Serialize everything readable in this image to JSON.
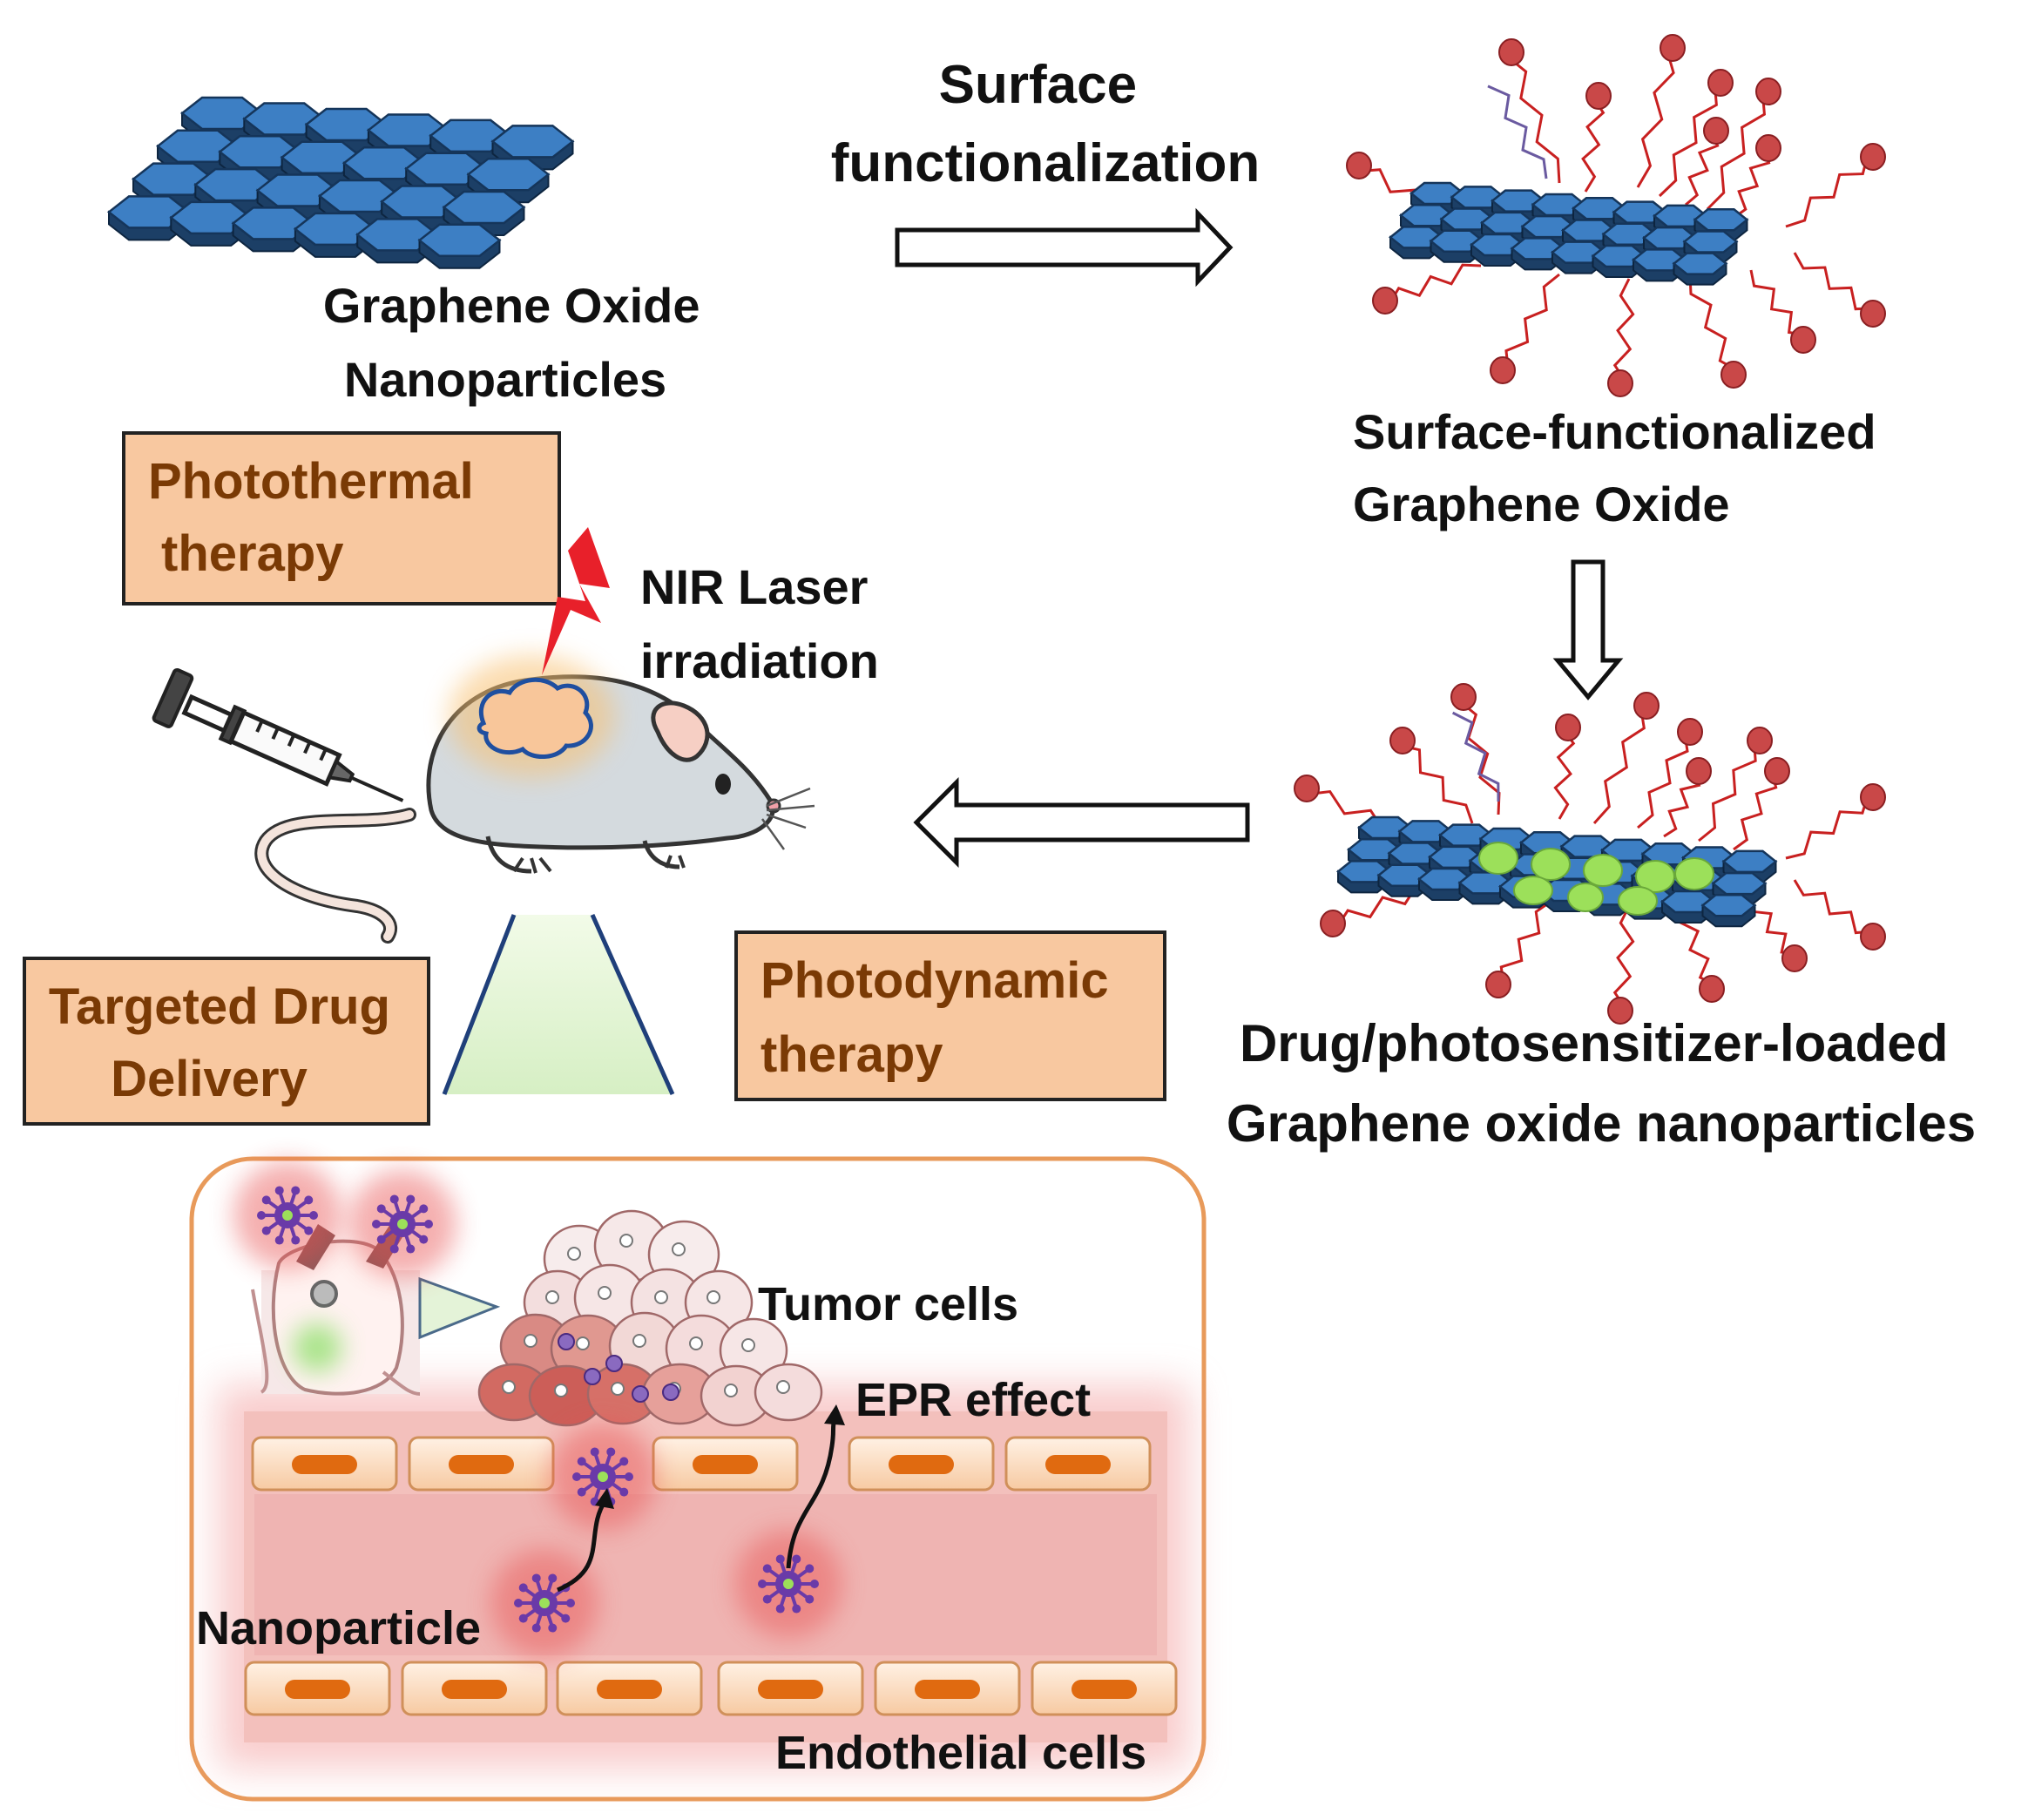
{
  "labels": {
    "surface_functionalization": [
      "Surface",
      "functionalization"
    ],
    "graphene_oxide_nanoparticles": [
      "Graphene Oxide",
      "Nanoparticles"
    ],
    "surface_functionalized_go": [
      "Surface-functionalized",
      "Graphene Oxide"
    ],
    "drug_loaded_go": [
      "Drug/photosensitizer-loaded",
      "Graphene oxide nanoparticles"
    ],
    "nir_laser": [
      "NIR Laser",
      "irradiation"
    ],
    "photothermal": [
      "Photothermal",
      "therapy"
    ],
    "targeted_drug": [
      "Targeted Drug",
      "Delivery"
    ],
    "photodynamic": [
      "Photodynamic",
      "therapy"
    ],
    "tumor_cells": "Tumor cells",
    "epr_effect": "EPR effect",
    "nanoparticle": "Nanoparticle",
    "endothelial_cells": "Endothelial cells"
  },
  "colors": {
    "sheet_blue": "#3d7fc4",
    "sheet_edge": "#1c3f66",
    "ligand_red": "#c8363a",
    "drug_green": "#9ce05a",
    "therapy_box": "#f8c8a0",
    "therapy_text": "#7a3a05",
    "inset_border": "#e89a5a",
    "vessel_pink": "#f2b8b8",
    "cell_nucleus": "#e06a10",
    "laser_red": "#e8202a",
    "particle_purple": "#6a3aa8"
  },
  "icons": [
    "graphene-sheet-icon",
    "functionalized-sheet-icon",
    "loaded-sheet-icon",
    "mouse-icon",
    "syringe-icon",
    "laser-bolt-icon",
    "nanoparticle-icon",
    "tumor-cluster-icon",
    "endothelial-cell-icon"
  ]
}
